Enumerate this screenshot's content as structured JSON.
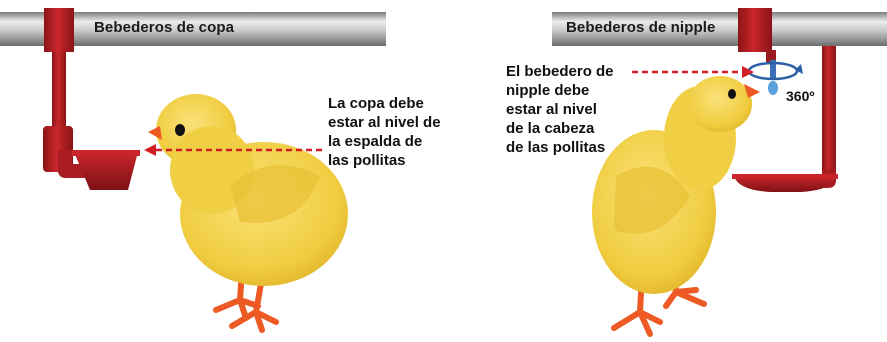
{
  "left_panel": {
    "pipe_label": "Bebederos de copa",
    "note_lines": [
      "La copa debe",
      "estar al nivel de",
      "la espalda de",
      "las pollitas"
    ]
  },
  "right_panel": {
    "pipe_label": "Bebederos de nipple",
    "note_lines": [
      "El bebedero de",
      "nipple debe",
      "estar al nivel",
      "de la cabeza",
      "de las pollitas"
    ],
    "rotation_label": "360º"
  },
  "colors": {
    "pipe_gray": "#9a9a9a",
    "fitting_red": "#b01e24",
    "arrow_red": "#d21f26",
    "chick_yellow": "#f2d24a",
    "legs_orange": "#ee5a24"
  }
}
